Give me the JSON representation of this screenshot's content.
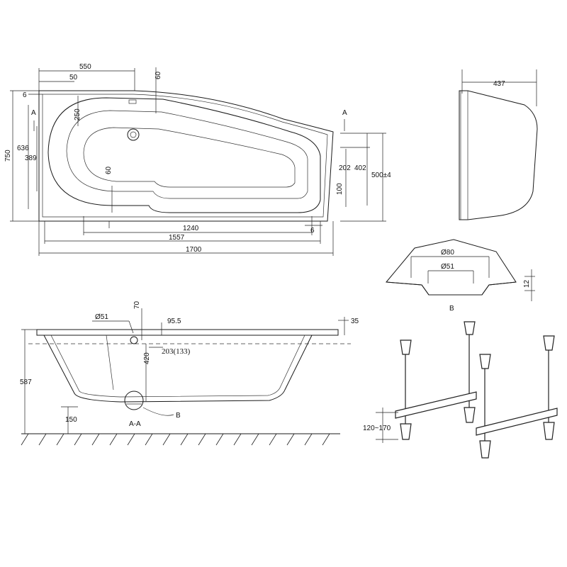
{
  "plan_view": {
    "dim_550": "550",
    "dim_50": "50",
    "dim_60_top": "60",
    "dim_6_left": "6",
    "section_a_left": "A",
    "section_a_right": "A",
    "dim_250": "250",
    "dim_750": "750",
    "dim_636": "636",
    "dim_389": "389",
    "dim_60_inner": "60",
    "dim_202": "202",
    "dim_402": "402",
    "dim_500": "500±4",
    "dim_100": "100",
    "dim_1240": "1240",
    "dim_6_bottom": "6",
    "dim_1557": "1557",
    "dim_1700": "1700"
  },
  "side_view": {
    "dim_437": "437"
  },
  "detail_b": {
    "dim_80": "Ø80",
    "dim_51": "Ø51",
    "dim_12": "12",
    "label": "B"
  },
  "section_view": {
    "dim_51": "Ø51",
    "dim_70": "70",
    "dim_95_5": "95.5",
    "dim_35": "35",
    "dim_203": "203(133)",
    "dim_420": "420",
    "dim_587": "587",
    "dim_150": "150",
    "label_b": "B",
    "label_aa": "A-A"
  },
  "legs": {
    "dim_range": "120~170"
  }
}
